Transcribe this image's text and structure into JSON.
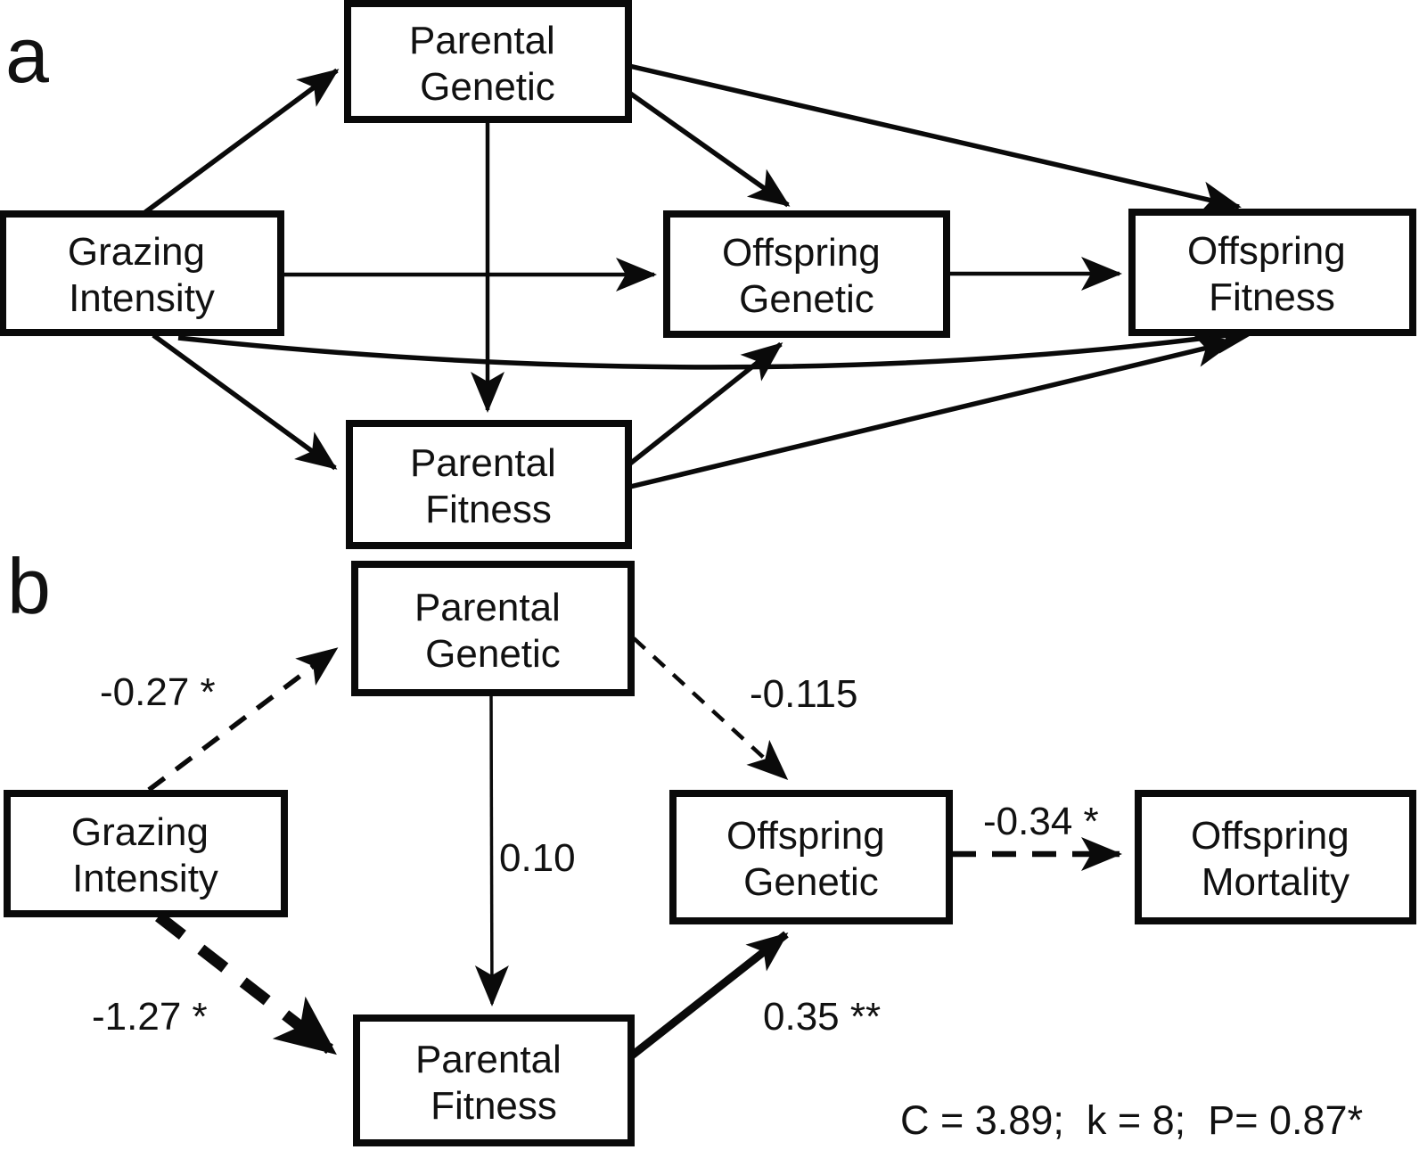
{
  "figure": {
    "type": "path-diagram",
    "ink_color": "#0a0a0a",
    "background_color": "#ffffff"
  },
  "panel_a": {
    "label": "a",
    "nodes": {
      "grazing_intensity": {
        "line1": "Grazing",
        "line2": "Intensity"
      },
      "parental_genetic": {
        "line1": "Parental",
        "line2": "Genetic"
      },
      "parental_fitness": {
        "line1": "Parental",
        "line2": "Fitness"
      },
      "offspring_genetic": {
        "line1": "Offspring",
        "line2": "Genetic"
      },
      "offspring_fitness": {
        "line1": "Offspring",
        "line2": "Fitness"
      }
    },
    "edges": [
      {
        "from": "Grazing Intensity",
        "to": "Parental Genetic",
        "style": "solid"
      },
      {
        "from": "Grazing Intensity",
        "to": "Offspring Genetic",
        "style": "solid"
      },
      {
        "from": "Grazing Intensity",
        "to": "Parental Fitness",
        "style": "solid"
      },
      {
        "from": "Grazing Intensity",
        "to": "Offspring Fitness",
        "style": "solid-curved"
      },
      {
        "from": "Parental Genetic",
        "to": "Offspring Genetic",
        "style": "solid"
      },
      {
        "from": "Parental Genetic",
        "to": "Offspring Fitness",
        "style": "solid"
      },
      {
        "from": "Parental Genetic",
        "to": "Parental Fitness",
        "style": "solid"
      },
      {
        "from": "Parental Fitness",
        "to": "Offspring Genetic",
        "style": "solid"
      },
      {
        "from": "Parental Fitness",
        "to": "Offspring Fitness",
        "style": "solid"
      },
      {
        "from": "Offspring Genetic",
        "to": "Offspring Fitness",
        "style": "solid"
      }
    ]
  },
  "panel_b": {
    "label": "b",
    "nodes": {
      "grazing_intensity": {
        "line1": "Grazing",
        "line2": "Intensity"
      },
      "parental_genetic": {
        "line1": "Parental",
        "line2": "Genetic"
      },
      "parental_fitness": {
        "line1": "Parental",
        "line2": "Fitness"
      },
      "offspring_genetic": {
        "line1": "Offspring",
        "line2": "Genetic"
      },
      "offspring_mortality": {
        "line1": "Offspring",
        "line2": "Mortality"
      }
    },
    "coefficients": {
      "gi_to_pg": "-0.27 *",
      "gi_to_pf": "-1.27 *",
      "pg_to_pf": "0.10",
      "pg_to_og": "-0.115",
      "pf_to_og": "0.35 **",
      "og_to_om": "-0.34 *"
    },
    "edges": [
      {
        "from": "Grazing Intensity",
        "to": "Parental Genetic",
        "style": "dashed",
        "label": "-0.27 *"
      },
      {
        "from": "Grazing Intensity",
        "to": "Parental Fitness",
        "style": "dashed-thick",
        "label": "-1.27 *"
      },
      {
        "from": "Parental Genetic",
        "to": "Parental Fitness",
        "style": "solid-thin",
        "label": "0.10"
      },
      {
        "from": "Parental Genetic",
        "to": "Offspring Genetic",
        "style": "dashed",
        "label": "-0.115"
      },
      {
        "from": "Parental Fitness",
        "to": "Offspring Genetic",
        "style": "solid-thick",
        "label": "0.35 **"
      },
      {
        "from": "Offspring Genetic",
        "to": "Offspring Mortality",
        "style": "dashed",
        "label": "-0.34 *"
      }
    ],
    "fit_statistics": "C = 3.89;  k = 8;  P= 0.87*"
  }
}
